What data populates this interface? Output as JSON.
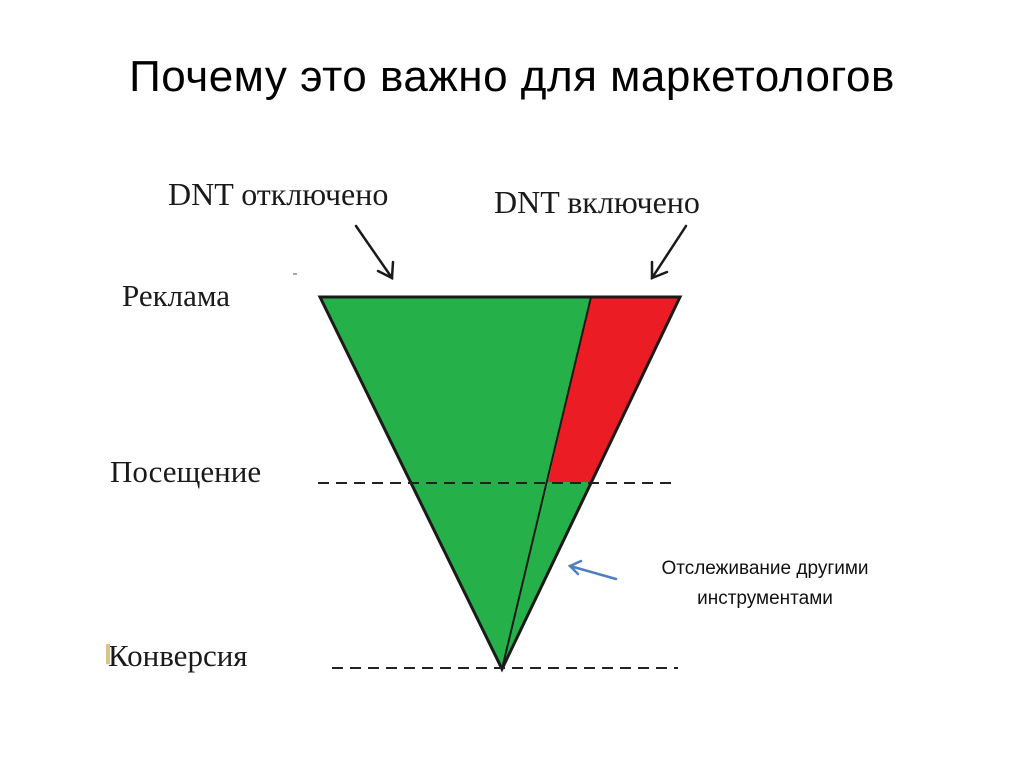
{
  "slide": {
    "title": "Почему это важно для маркетологов"
  },
  "labels": {
    "dnt_off": "DNT отключено",
    "dnt_on": "DNT включено"
  },
  "stages": [
    {
      "name": "Реклама"
    },
    {
      "name": "Посещение"
    },
    {
      "name": "Конверсия"
    }
  ],
  "annotation": {
    "line1": "Отслеживание другими",
    "line2": "инструментами"
  },
  "colors": {
    "green": "#26b04a",
    "red": "#ec1c24",
    "outline": "#1a1a1a",
    "annotation_arrow": "#4f7fbf"
  }
}
